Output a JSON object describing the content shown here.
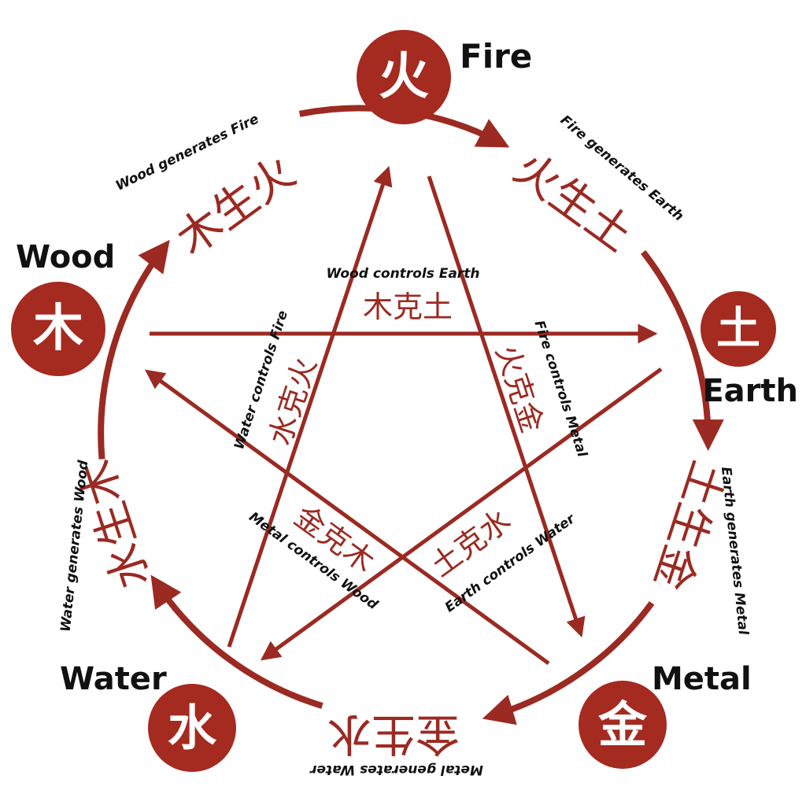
{
  "colors": {
    "accent": "#9b2a22",
    "node_fill": "#a52a1f",
    "label": "#111111",
    "background": "#ffffff"
  },
  "elements": {
    "fire": {
      "char": "火",
      "name": "Fire"
    },
    "earth": {
      "char": "土",
      "name": "Earth"
    },
    "metal": {
      "char": "金",
      "name": "Metal"
    },
    "water": {
      "char": "水",
      "name": "Water"
    },
    "wood": {
      "char": "木",
      "name": "Wood"
    }
  },
  "generating": {
    "wood_fire": {
      "cn": "木生火",
      "en": "Wood generates Fire"
    },
    "fire_earth": {
      "cn": "火生土",
      "en": "Fire generates Earth"
    },
    "earth_metal": {
      "cn": "土生金",
      "en": "Earth generates Metal"
    },
    "metal_water": {
      "cn": "金生水",
      "en": "Metal generates Water"
    },
    "water_wood": {
      "cn": "水生木",
      "en": "Water generates Wood"
    }
  },
  "controlling": {
    "wood_earth": {
      "cn": "木克土",
      "en": "Wood controls Earth"
    },
    "fire_metal": {
      "cn": "火克金",
      "en": "Fire controls Metal"
    },
    "earth_water": {
      "cn": "土克水",
      "en": "Earth controls Water"
    },
    "metal_wood": {
      "cn": "金克木",
      "en": "Metal controls Wood"
    },
    "water_fire": {
      "cn": "水克火",
      "en": "Water controls Fire"
    }
  }
}
